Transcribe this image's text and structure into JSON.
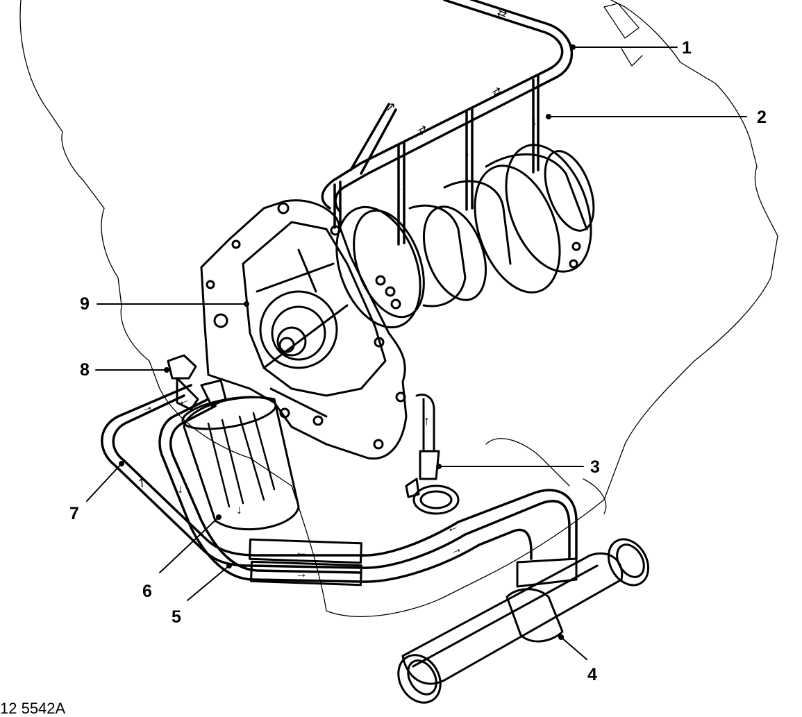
{
  "figure": {
    "reference_code": "12 5542A",
    "callouts": [
      {
        "id": "1",
        "label": "1"
      },
      {
        "id": "2",
        "label": "2"
      },
      {
        "id": "3",
        "label": "3"
      },
      {
        "id": "4",
        "label": "4"
      },
      {
        "id": "5",
        "label": "5"
      },
      {
        "id": "6",
        "label": "6"
      },
      {
        "id": "7",
        "label": "7"
      },
      {
        "id": "8",
        "label": "8"
      },
      {
        "id": "9",
        "label": "9"
      }
    ]
  },
  "colors": {
    "line": "#000000",
    "background": "#ffffff"
  }
}
